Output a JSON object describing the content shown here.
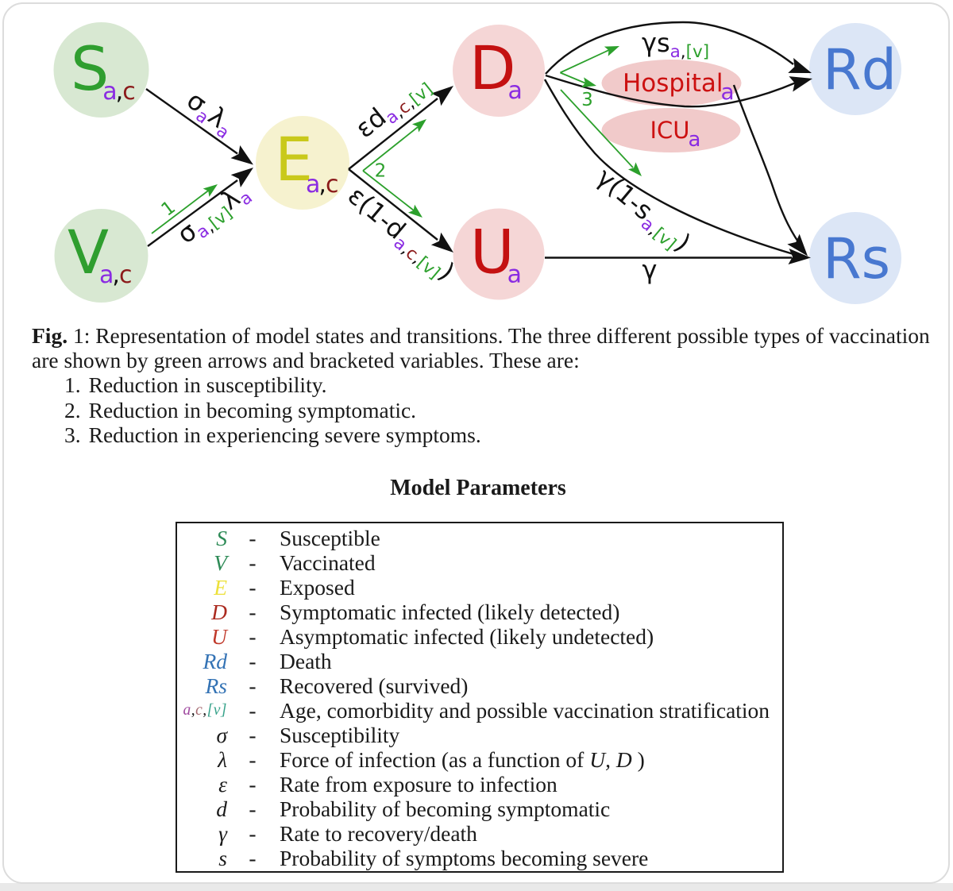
{
  "page": {
    "card_border_color": "#dcdcdc",
    "page_background": "#ececec"
  },
  "diagram": {
    "colors": {
      "node_letter_green": "#2f9e2f",
      "node_letter_yellow": "#c9c91b",
      "node_letter_red": "#c41111",
      "node_letter_blue": "#4878d0",
      "circle_green_fill": "#d8e8d2",
      "circle_yellow_fill": "#f6f2cf",
      "circle_pink_fill": "#f5d6d6",
      "circle_blue_fill": "#dce6f6",
      "ellipse_pink_fill": "#f1caca",
      "hospital_text_red": "#cc1111",
      "subscript_purple": "#8a2be2",
      "subscript_dark_red": "#8b1a1a",
      "bracket_green": "#2ca02c",
      "arrow_black": "#111111",
      "arrow_green": "#2ca02c"
    },
    "nodes": {
      "S": {
        "main": "S",
        "sub_a": "a",
        "sub_comma": ",",
        "sub_c": "c"
      },
      "V": {
        "main": "V",
        "sub_a": "a",
        "sub_comma": ",",
        "sub_c": "c"
      },
      "E": {
        "main": "E",
        "sub_a": "a",
        "sub_comma": ",",
        "sub_c": "c"
      },
      "D": {
        "main": "D",
        "sub_a": "a"
      },
      "U": {
        "main": "U",
        "sub_a": "a"
      },
      "Rd": {
        "main": "Rd"
      },
      "Rs": {
        "main": "Rs"
      },
      "Hospital": {
        "main": "Hospital",
        "sub_a": "a"
      },
      "ICU": {
        "main": "ICU",
        "sub_a": "a"
      }
    },
    "edge_labels": {
      "s_to_e": {
        "sigma": "σ",
        "sub_a1": "a",
        "lambda": "λ",
        "sub_a2": "a"
      },
      "v_to_e": {
        "sigma": "σ",
        "sub_a1": "a",
        "sub_comma": ",",
        "sub_v": "[v]",
        "lambda": "λ",
        "sub_a2": "a"
      },
      "e_to_d": {
        "main": "εd",
        "sub_a": "a",
        "sub_comma1": ",",
        "sub_c": "c",
        "sub_comma2": ",",
        "sub_v": "[v]"
      },
      "e_to_u": {
        "main": "ε(1-d",
        "sub_a": "a",
        "sub_comma1": ",",
        "sub_c": "c",
        "sub_comma2": ",",
        "sub_v": "[v]",
        "close": ")"
      },
      "d_to_rd": {
        "main": "γs",
        "sub_a": "a",
        "sub_comma": ",",
        "sub_v": "[v]"
      },
      "d_to_rs": {
        "main": "γ(1-s",
        "sub_a": "a",
        "sub_comma": ",",
        "sub_v": "[v]",
        "close": ")"
      },
      "u_to_rs": {
        "main": "γ"
      }
    },
    "vaccination_numbers": {
      "n1": "1",
      "n2": "2",
      "n3": "3"
    }
  },
  "caption": {
    "fig_bold": "Fig.",
    "line1_rest": " 1: Representation of model states and transitions.  The three different possible types of vaccination",
    "line2": "are shown by green arrows and bracketed variables.  These are:",
    "items": [
      {
        "num": "1.",
        "text": "Reduction in susceptibility."
      },
      {
        "num": "2.",
        "text": "Reduction in becoming symptomatic."
      },
      {
        "num": "3.",
        "text": "Reduction in experiencing severe symptoms."
      }
    ]
  },
  "parameters": {
    "heading": "Model Parameters",
    "dash": "-",
    "rows": [
      {
        "symbol": "S",
        "desc": "Susceptible"
      },
      {
        "symbol": "V",
        "desc": "Vaccinated"
      },
      {
        "symbol": "E",
        "desc": "Exposed"
      },
      {
        "symbol": "D",
        "desc": "Symptomatic infected (likely detected)"
      },
      {
        "symbol": "U",
        "desc": "Asymptomatic infected (likely undetected)"
      },
      {
        "symbol": "Rd",
        "desc": "Death"
      },
      {
        "symbol": "Rs",
        "desc": "Recovered (survived)"
      },
      {
        "symbol_a": "a",
        "symbol_k1": ",",
        "symbol_c": "c",
        "symbol_k2": ",",
        "symbol_v": "[v]",
        "desc": "Age, comorbidity and possible vaccination stratification"
      },
      {
        "symbol": "σ",
        "desc": "Susceptibility"
      },
      {
        "symbol": "λ",
        "desc_pre": "Force of infection (as a function of ",
        "desc_math": "U, D",
        "desc_post": " )"
      },
      {
        "symbol": "ε",
        "desc": "Rate from exposure to infection"
      },
      {
        "symbol": "d",
        "desc": "Probability of becoming symptomatic"
      },
      {
        "symbol": "γ",
        "desc": "Rate to recovery/death"
      },
      {
        "symbol": "s",
        "desc": "Probability of symptoms becoming severe"
      }
    ]
  }
}
